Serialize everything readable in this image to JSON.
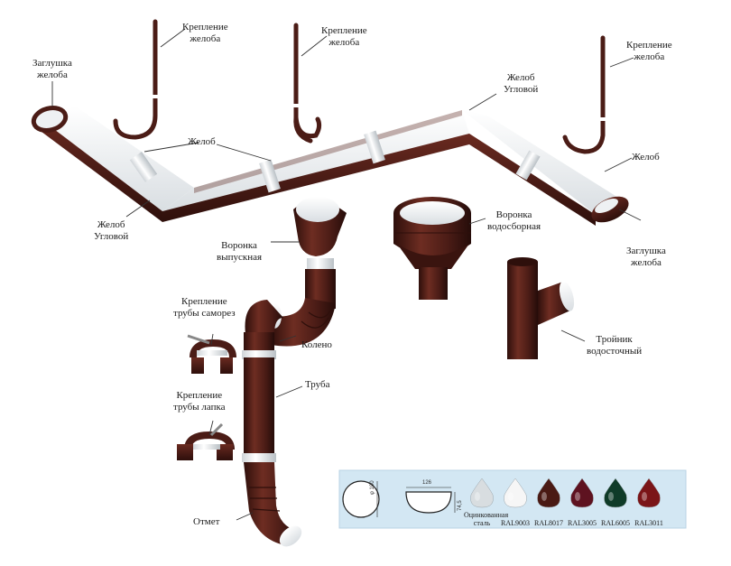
{
  "labels": {
    "bracket_1": [
      "Крепление",
      "желоба"
    ],
    "bracket_2": [
      "Крепление",
      "желоба"
    ],
    "bracket_3": [
      "Крепление",
      "желоба"
    ],
    "end_cap_left": [
      "Заглушка",
      "желоба"
    ],
    "end_cap_right": [
      "Заглушка",
      "желоба"
    ],
    "gutter_top": [
      "Желоб"
    ],
    "gutter_right": [
      "Желоб"
    ],
    "corner_top": [
      "Желоб",
      "Угловой"
    ],
    "corner_left": [
      "Желоб",
      "Угловой"
    ],
    "outlet_funnel": [
      "Воронка",
      "выпускная"
    ],
    "collector_funnel": [
      "Воронка",
      "водосборная"
    ],
    "elbow": [
      "Колено"
    ],
    "pipe": [
      "Труба"
    ],
    "pipe_clamp_screw": [
      "Крепление",
      "трубы саморез"
    ],
    "pipe_clamp_tab": [
      "Крепление",
      "трубы лапка"
    ],
    "outlet": [
      "Отмет"
    ],
    "tee": [
      "Тройник",
      "водосточный"
    ]
  },
  "dimensions": {
    "pipe_diameter": "φ 100",
    "gutter_width": "126",
    "gutter_depth": "74,5"
  },
  "swatches": [
    {
      "name": "Оцинкованная сталь",
      "lines": [
        "Оцинкованная",
        "сталь"
      ],
      "color": "#d8dde0"
    },
    {
      "name": "RAL9003",
      "lines": [
        "RAL9003"
      ],
      "color": "#f6f6f6"
    },
    {
      "name": "RAL8017",
      "lines": [
        "RAL8017"
      ],
      "color": "#4a1a14"
    },
    {
      "name": "RAL3005",
      "lines": [
        "RAL3005"
      ],
      "color": "#5e1220"
    },
    {
      "name": "RAL6005",
      "lines": [
        "RAL6005"
      ],
      "color": "#0f3b28"
    },
    {
      "name": "RAL3011",
      "lines": [
        "RAL3011"
      ],
      "color": "#7b1518"
    }
  ],
  "colors": {
    "product": "#4b1c16",
    "product_dark": "#2e0f0b",
    "inner": "#eef1f3"
  }
}
